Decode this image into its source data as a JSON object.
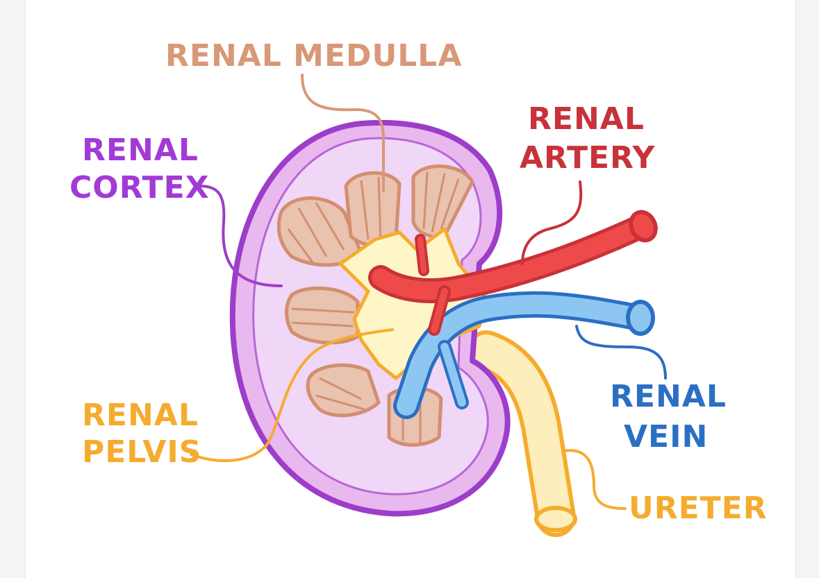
{
  "labels": {
    "renal_medulla": "RENAL MEDULLA",
    "renal_cortex_1": "RENAL",
    "renal_cortex_2": "CORTEX",
    "renal_artery_1": "RENAL",
    "renal_artery_2": "ARTERY",
    "renal_vein_1": "RENAL",
    "renal_vein_2": "VEIN",
    "renal_pelvis_1": "RENAL",
    "renal_pelvis_2": "PELVIS",
    "ureter": "URETER"
  },
  "colors": {
    "medulla": "#d99878",
    "cortex": "#a33ad6",
    "artery": "#c8323a",
    "vein": "#2a6fc4",
    "pelvis": "#f5ac2e",
    "ureter": "#f5ac2e",
    "capsule_fill": "#e9b8ef",
    "cortex_fill": "#f0d6f7",
    "pyramid_fill": "#e9c2b0"
  }
}
